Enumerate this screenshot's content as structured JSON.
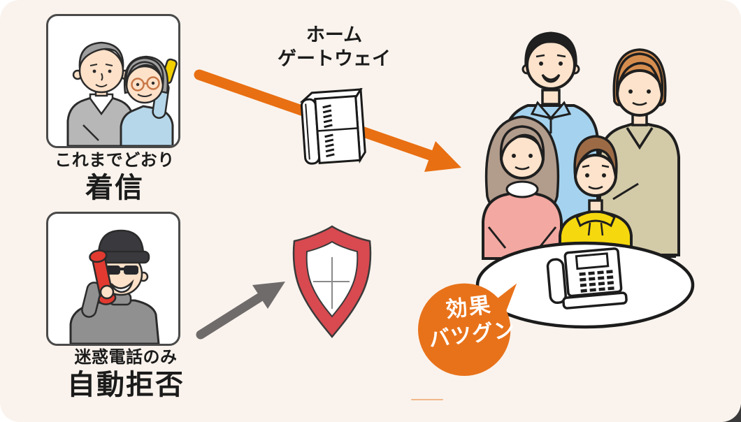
{
  "scene": {
    "background_color": "#faf3ed",
    "page_color": "#ffffff",
    "accent_orange": "#e86f12",
    "shield_red": "#d84a50",
    "arrow_gray": "#6f6b6b"
  },
  "caller": {
    "line1": "これまでどおり",
    "line2": "着信"
  },
  "gateway": {
    "line1": "ホーム",
    "line2": "ゲートウェイ"
  },
  "scammer": {
    "line1": "迷惑電話のみ",
    "line2": "自動拒否"
  },
  "badge": {
    "line1": "効果",
    "line2": "バツグン"
  }
}
